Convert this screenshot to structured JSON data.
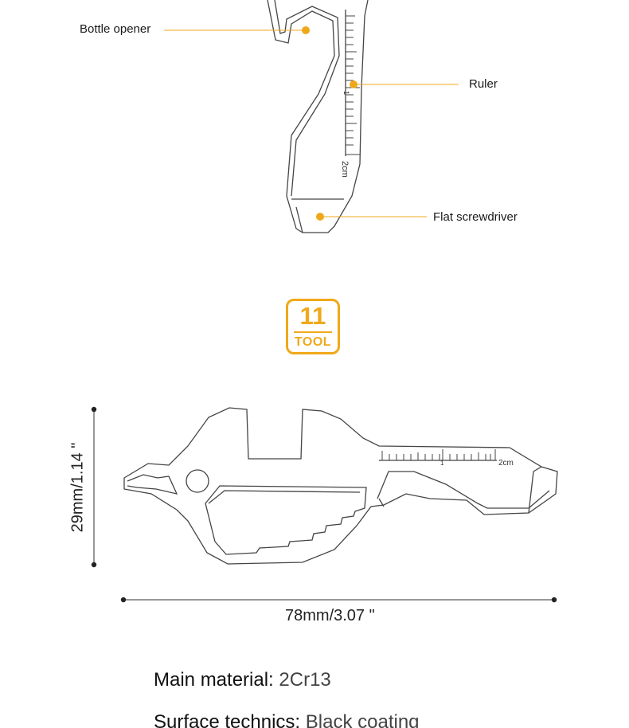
{
  "callouts": {
    "bottle_opener": "Bottle opener",
    "ruler": "Ruler",
    "flat_screwdriver": "Flat screwdriver"
  },
  "ruler_marks": {
    "top_one": "1",
    "top_two": "2cm",
    "bottom_one": "1",
    "bottom_two": "2cm"
  },
  "badge": {
    "number": "11",
    "word": "TOOL"
  },
  "dimensions": {
    "width": "78mm/3.07 \"",
    "height": "29mm/1.14 \""
  },
  "specs": [
    {
      "label": "Main material:",
      "value": "2Cr13"
    },
    {
      "label": "Surface technics:",
      "value": "Black coating"
    }
  ],
  "colors": {
    "accent": "#f0a81b",
    "line": "#444444"
  }
}
